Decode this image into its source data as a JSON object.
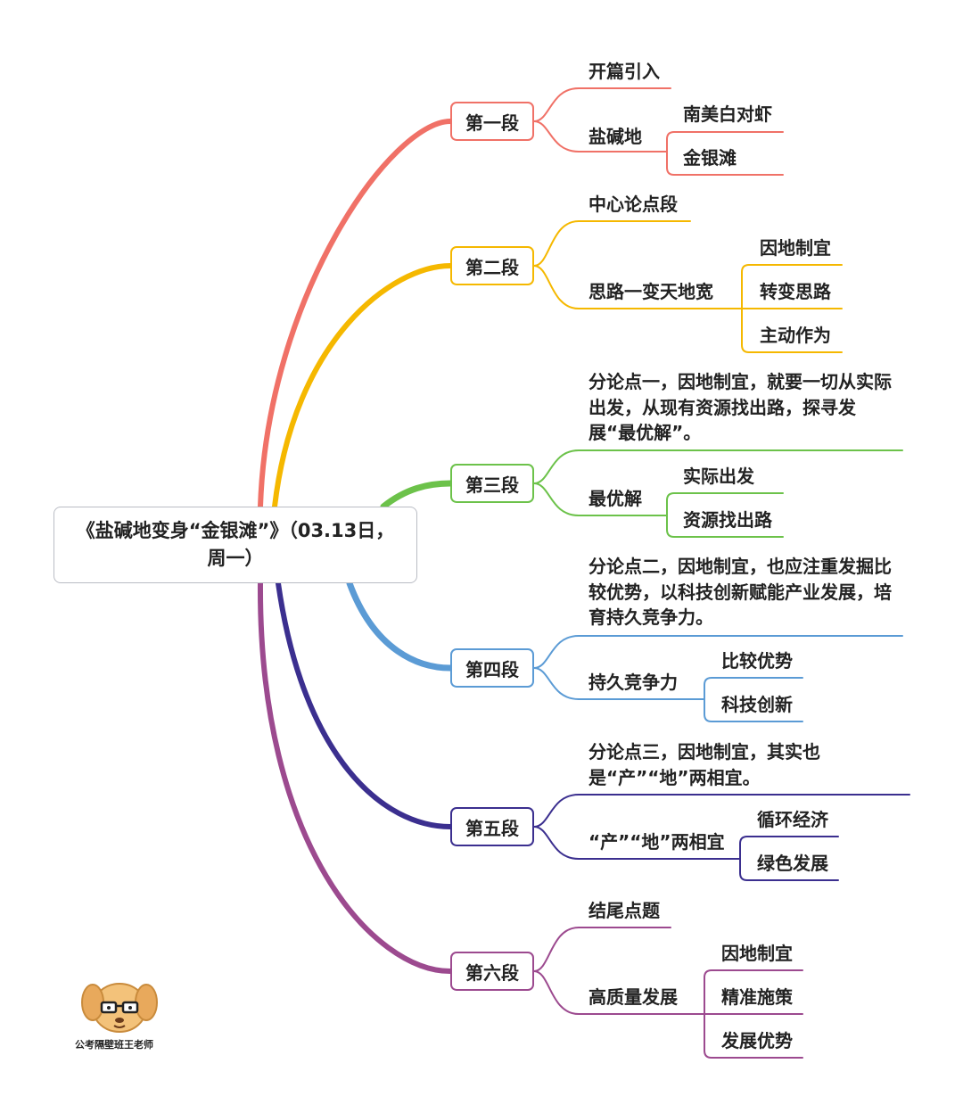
{
  "root": {
    "title": "《盐碱地变身“金银滩”》（03.13日，周一）"
  },
  "branches": [
    {
      "label": "第一段",
      "color": "#f07167",
      "children": [
        {
          "label": "开篇引入",
          "children": []
        },
        {
          "label": "盐碱地",
          "children": [
            "南美白对虾",
            "金银滩"
          ]
        }
      ]
    },
    {
      "label": "第二段",
      "color": "#f5b800",
      "children": [
        {
          "label": "中心论点段",
          "children": []
        },
        {
          "label": "思路一变天地宽",
          "children": [
            "因地制宜",
            "转变思路",
            "主动作为"
          ]
        }
      ]
    },
    {
      "label": "第三段",
      "color": "#6cc24a",
      "children": [
        {
          "label": "分论点一，因地制宜，就要一切从实际出发，从现有资源找出路，探寻发展“最优解”。",
          "children": []
        },
        {
          "label": "最优解",
          "children": [
            "实际出发",
            "资源找出路"
          ]
        }
      ]
    },
    {
      "label": "第四段",
      "color": "#5b9bd5",
      "children": [
        {
          "label": "分论点二，因地制宜，也应注重发掘比较优势，以科技创新赋能产业发展，培育持久竞争力。",
          "children": []
        },
        {
          "label": "持久竞争力",
          "children": [
            "比较优势",
            "科技创新"
          ]
        }
      ]
    },
    {
      "label": "第五段",
      "color": "#3b2f8f",
      "children": [
        {
          "label": "分论点三，因地制宜，其实也是“产”“地”两相宜。",
          "children": []
        },
        {
          "label": "“产”“地”两相宜",
          "children": [
            "循环经济",
            "绿色发展"
          ]
        }
      ]
    },
    {
      "label": "第六段",
      "color": "#9c4a8f",
      "children": [
        {
          "label": "结尾点题",
          "children": []
        },
        {
          "label": "高质量发展",
          "children": [
            "因地制宜",
            "精准施策",
            "发展优势"
          ]
        }
      ]
    }
  ],
  "logo": {
    "caption": "公考隔壁班王老师",
    "icon": "cartoon-dog-with-glasses-icon"
  }
}
